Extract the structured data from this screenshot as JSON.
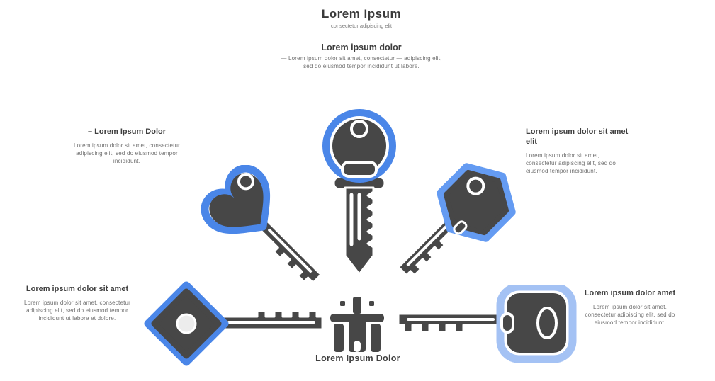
{
  "diagram": {
    "title": "Lorem Ipsum",
    "tagline": "consectetur adipiscing elit",
    "center_heading": "Lorem ipsum dolor",
    "center_body": "— Lorem ipsum dolor sit amet, consectetur — adipiscing elit, sed do eiusmod tempor incididunt ut labore."
  },
  "labels": {
    "top_left": {
      "title": "– Lorem Ipsum Dolor",
      "body": "Lorem ipsum dolor sit amet, consectetur adipiscing elit, sed do eiusmod tempor incididunt."
    },
    "top_right": {
      "title": "Lorem ipsum dolor sit amet elit",
      "body": "Lorem ipsum dolor sit amet, consectetur adipiscing elit, sed do eiusmod tempor incididunt."
    },
    "bottom_left": {
      "title": "Lorem ipsum dolor sit amet",
      "body": "Lorem ipsum dolor sit amet, consectetur adipiscing elit, sed do eiusmod tempor incididunt ut labore et dolore."
    },
    "bottom_right": {
      "title": "Lorem ipsum dolor amet",
      "body": "Lorem ipsum dolor sit amet, consectetur adipiscing elit, sed do eiusmod tempor incididunt."
    },
    "bottom_center": {
      "caption": "Lorem Ipsum Dolor"
    }
  },
  "keys": [
    {
      "position": "center",
      "head_shape": "round",
      "accent": "#4a86e8",
      "direction": "down"
    },
    {
      "position": "upper-left",
      "head_shape": "clover-heart",
      "accent": "#4a86e8",
      "direction": "down-right"
    },
    {
      "position": "upper-right",
      "head_shape": "hexagon",
      "accent": "#649bf2",
      "direction": "down-left"
    },
    {
      "position": "lower-left",
      "head_shape": "diamond",
      "accent": "#4a86e8",
      "direction": "right"
    },
    {
      "position": "lower-right",
      "head_shape": "rounded-square",
      "accent": "#a4c2f4",
      "direction": "left"
    }
  ],
  "icons": {
    "bottom_center": "podium-icon"
  },
  "colors": {
    "key_body": "#474747",
    "blue_strong": "#4a86e8",
    "blue_light": "#649bf2",
    "blue_pale": "#a4c2f4",
    "outline": "#ffffff",
    "title_text": "#3d3d3d",
    "body_text": "#6f6f6f",
    "background": "#ffffff"
  }
}
